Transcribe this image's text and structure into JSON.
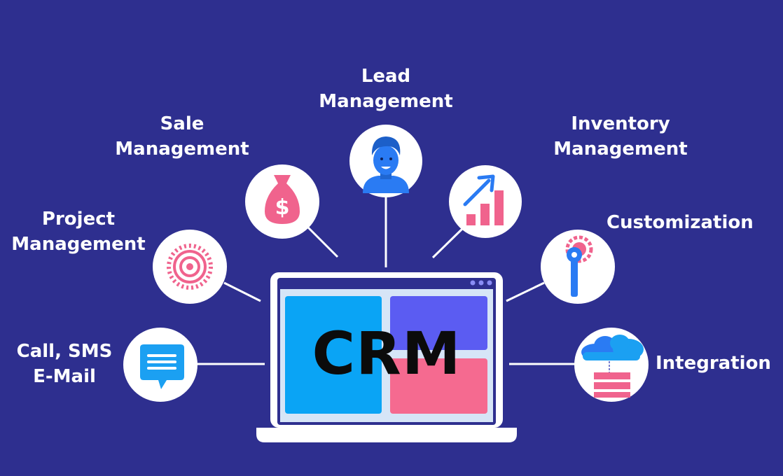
{
  "center": {
    "title": "CRM"
  },
  "features": {
    "lead": {
      "line1": "Lead",
      "line2": "Management",
      "icon": "person-avatar-icon"
    },
    "sale": {
      "line1": "Sale",
      "line2": "Management",
      "icon": "money-bag-icon"
    },
    "inventory": {
      "line1": "Inventory",
      "line2": "Management",
      "icon": "growth-chart-icon"
    },
    "project": {
      "line1": "Project",
      "line2": "Management",
      "icon": "gear-icon"
    },
    "customization": {
      "line1": "Customization",
      "icon": "wrench-gear-icon"
    },
    "communication": {
      "line1": "Call, SMS",
      "line2": "E-Mail",
      "icon": "chat-bubble-icon"
    },
    "integration": {
      "line1": "Integration",
      "icon": "cloud-database-icon"
    }
  },
  "colors": {
    "background": "#2e2f8f",
    "accent_pink": "#f0638d",
    "accent_blue": "#2a7bf3",
    "screen_cyan": "#0aa4f5",
    "screen_violet": "#5b5cf2",
    "screen_pink": "#f56a90",
    "screen_bg": "#d6e5f7",
    "dots": "#8a8df5"
  }
}
